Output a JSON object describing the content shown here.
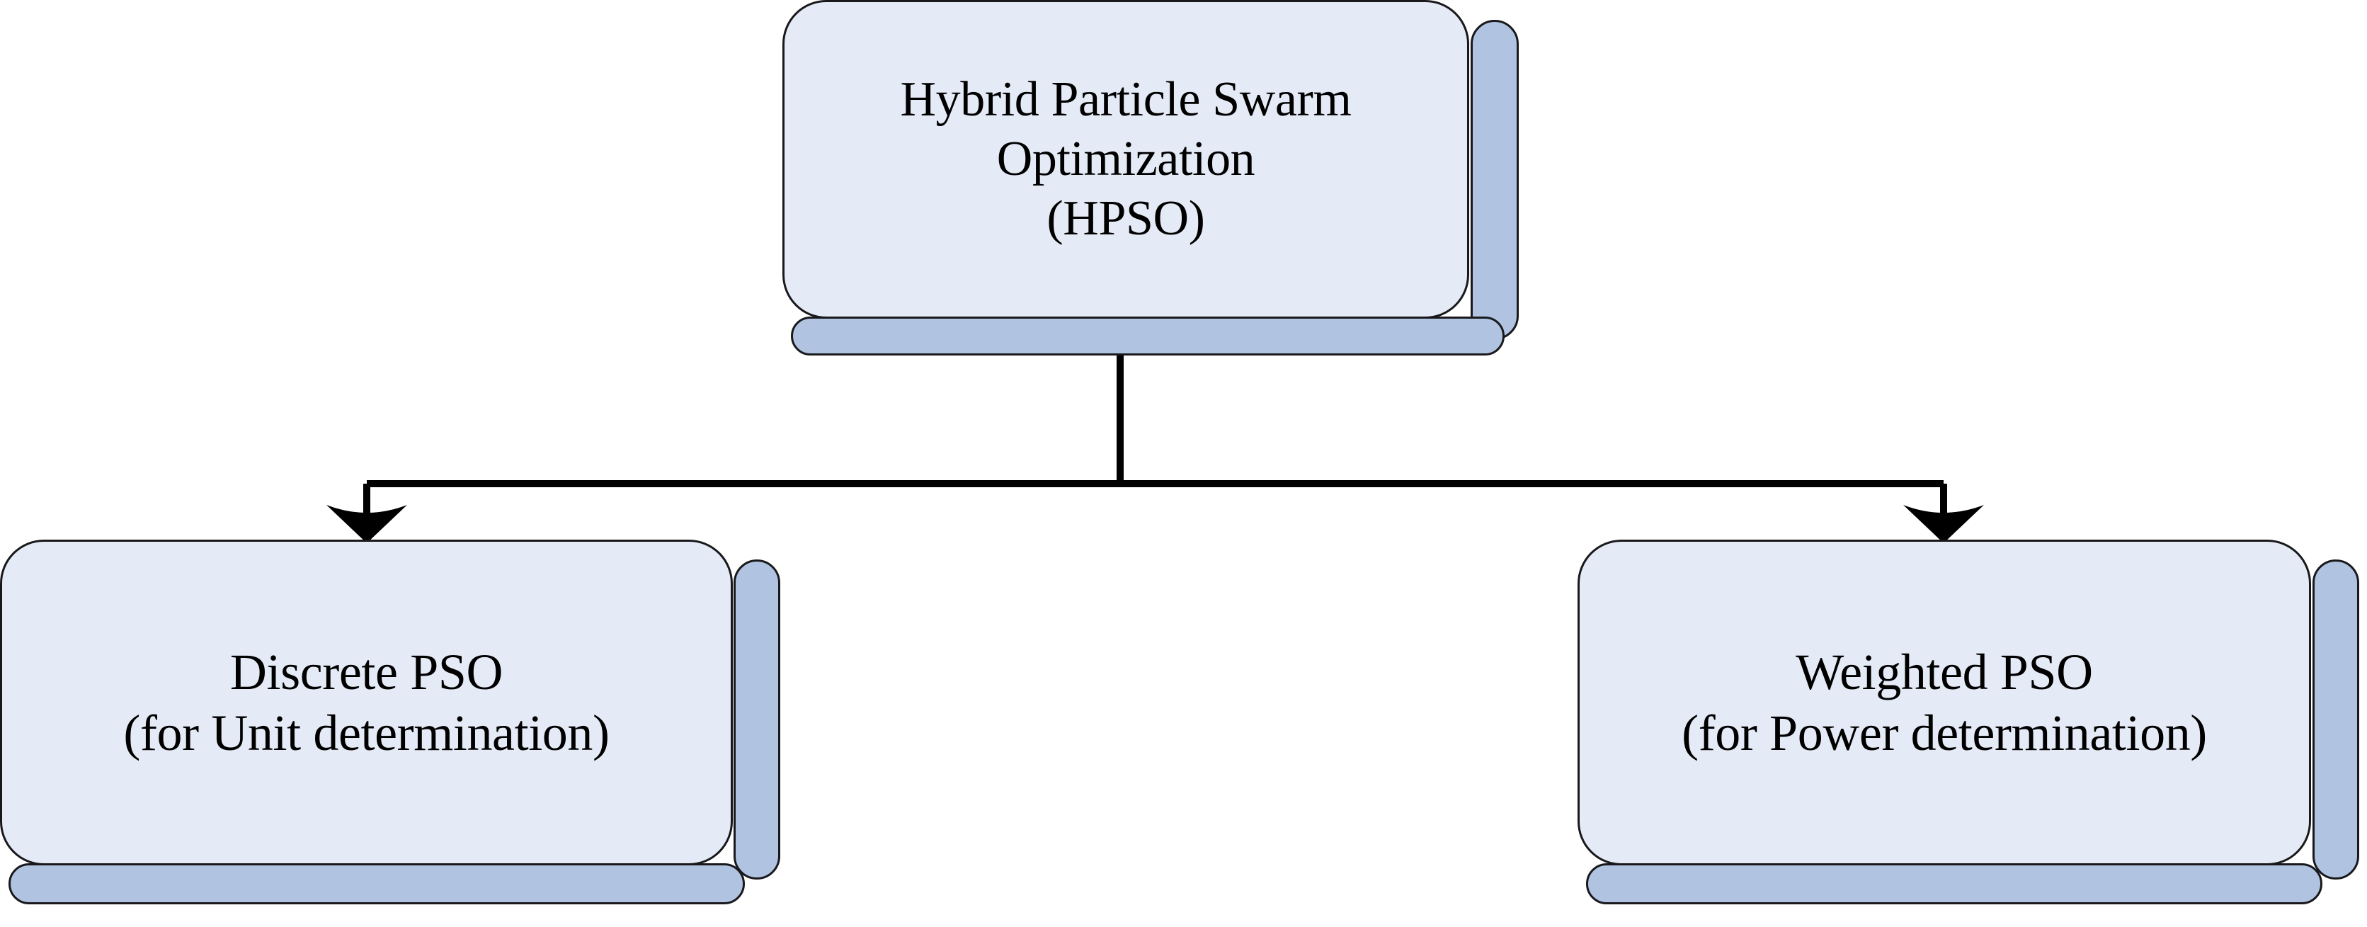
{
  "diagram": {
    "title": "Hybrid Particle Swarm Optimization hierarchy",
    "type": "tree",
    "colors": {
      "node_fill": "#e5ebf6",
      "node_shadow": "#b0c4e2",
      "node_border": "#19191c",
      "connector": "#000000",
      "text": "#000000",
      "background": "#ffffff"
    },
    "nodes": [
      {
        "id": "root",
        "label": "Hybrid Particle Swarm\nOptimization\n(HPSO)",
        "lines": [
          "Hybrid Particle Swarm",
          "Optimization",
          "(HPSO)"
        ]
      },
      {
        "id": "left",
        "label": "Discrete PSO\n(for Unit determination)",
        "lines": [
          "Discrete PSO",
          "(for Unit determination)"
        ]
      },
      {
        "id": "right",
        "label": "Weighted PSO\n(for Power determination)",
        "lines": [
          "Weighted PSO",
          "(for Power determination)"
        ]
      }
    ],
    "edges": [
      {
        "from": "root",
        "to": "left",
        "style": "orthogonal",
        "arrow": "end"
      },
      {
        "from": "root",
        "to": "right",
        "style": "orthogonal",
        "arrow": "end"
      }
    ]
  }
}
